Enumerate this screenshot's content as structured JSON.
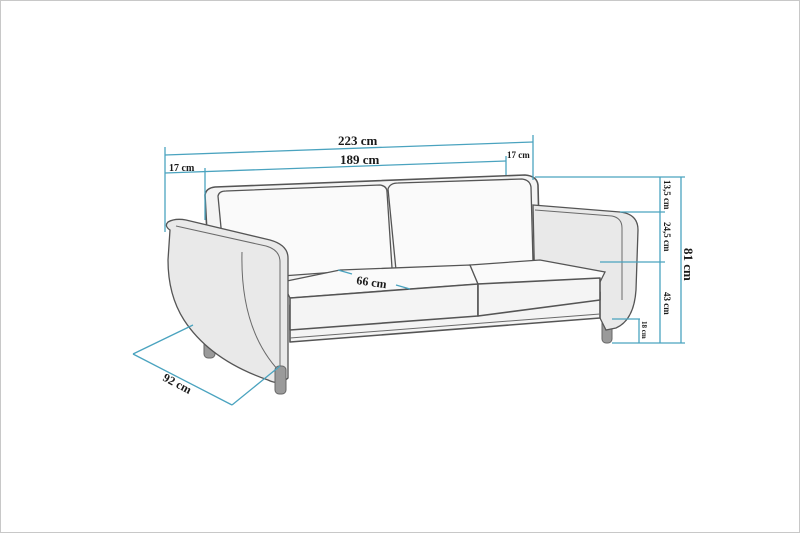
{
  "diagram": {
    "subject": "Three-seat sofa dimension drawing",
    "line_color": "#4aa3bf",
    "text_color": "#1a1a1a",
    "dimensions": {
      "total_width": "223 cm",
      "inner_width": "189 cm",
      "left_arm_width": "17 cm",
      "right_arm_width": "17 cm",
      "seat_depth": "66 cm",
      "total_depth": "92 cm",
      "total_height": "81 cm",
      "backrest_above_arm": "13,5 cm",
      "arm_above_seat": "24,5 cm",
      "seat_height": "43 cm",
      "leg_height": "18 cm"
    }
  }
}
